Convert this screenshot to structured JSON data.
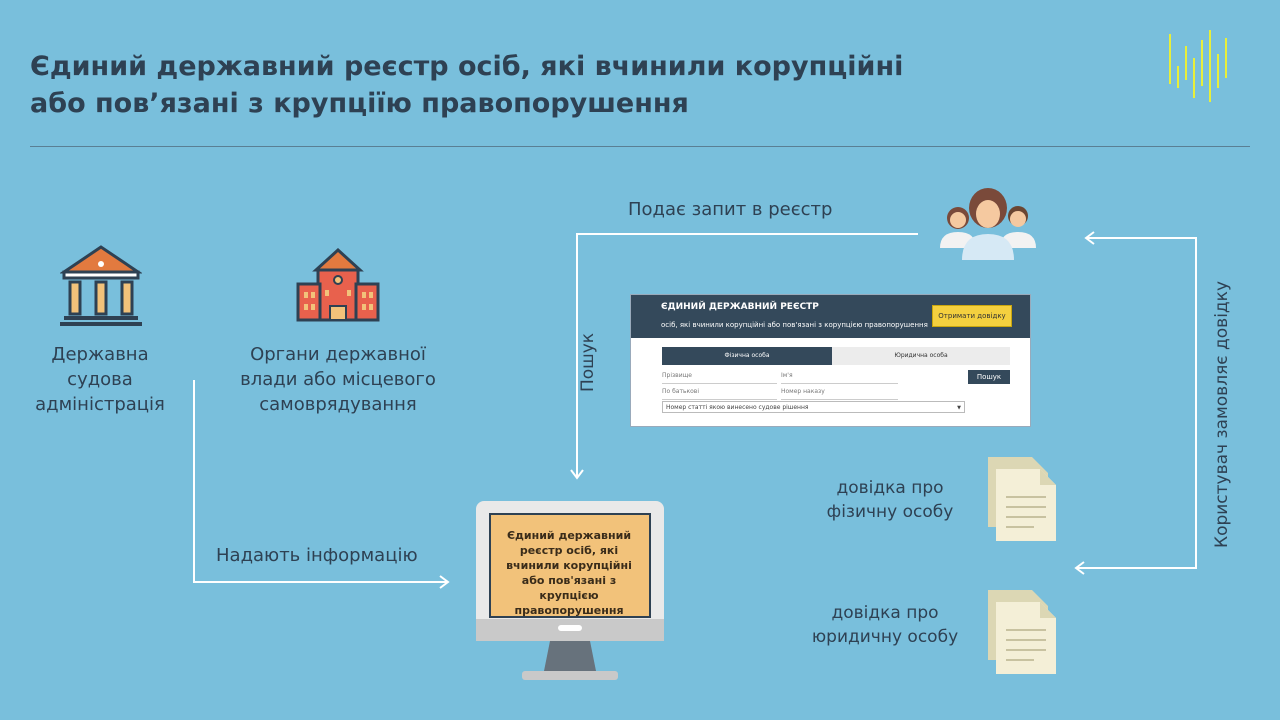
{
  "title": {
    "line1": "Єдиний державний реєстр осіб, які вчинили корупційні",
    "line2": "або пов’язані з крупціїю правопорушення"
  },
  "nodes": {
    "court_admin": {
      "label_lines": [
        "Державна",
        "судова",
        "адміністрація"
      ],
      "icon": "courthouse-icon"
    },
    "gov_bodies": {
      "label_lines": [
        "Органи державної",
        "влади або місцевого",
        "самоврядування"
      ],
      "icon": "government-building-icon"
    },
    "users": {
      "icon": "people-group-icon"
    },
    "monitor": {
      "icon": "monitor-icon",
      "screen_lines": [
        "Єдиний державний",
        "реєстр осіб, які",
        "вчинили корупційні",
        "або пов'язані з крупцією",
        "правопорушення"
      ]
    },
    "doc_person": {
      "label_lines": [
        "довідка про",
        "фізичну особу"
      ],
      "icon": "document-icon"
    },
    "doc_legal": {
      "label_lines": [
        "довідка про",
        "юридичну особу"
      ],
      "icon": "document-icon"
    }
  },
  "edges": {
    "submit_request": "Подає запит в реєстр",
    "search": "Пошук",
    "provide_info": "Надають інформацію",
    "user_orders": "Користувач замовляє довідку"
  },
  "registry_ui": {
    "header_title": "ЄДИНИЙ ДЕРЖАВНИЙ РЕЄСТР",
    "header_subtitle": "осіб, які вчинили корупційні або пов'язані з корупцією правопорушення",
    "get_certificate_button": "Отримати довідку",
    "tabs": [
      "Фізична особа",
      "Юридична особа"
    ],
    "fields": {
      "surname": "Прізвище",
      "name": "Ім'я",
      "patronymic": "По батькові",
      "order_number": "Номер наказу",
      "select_placeholder": "Номер статті якою винесено судове рішення"
    },
    "search_button": "Пошук"
  },
  "colors": {
    "background": "#79bfdc",
    "text_dark": "#2e4153",
    "accent_yellow": "#e8ef3a",
    "icon_orange": "#e27a3f",
    "screen_fill": "#f2c27a"
  }
}
